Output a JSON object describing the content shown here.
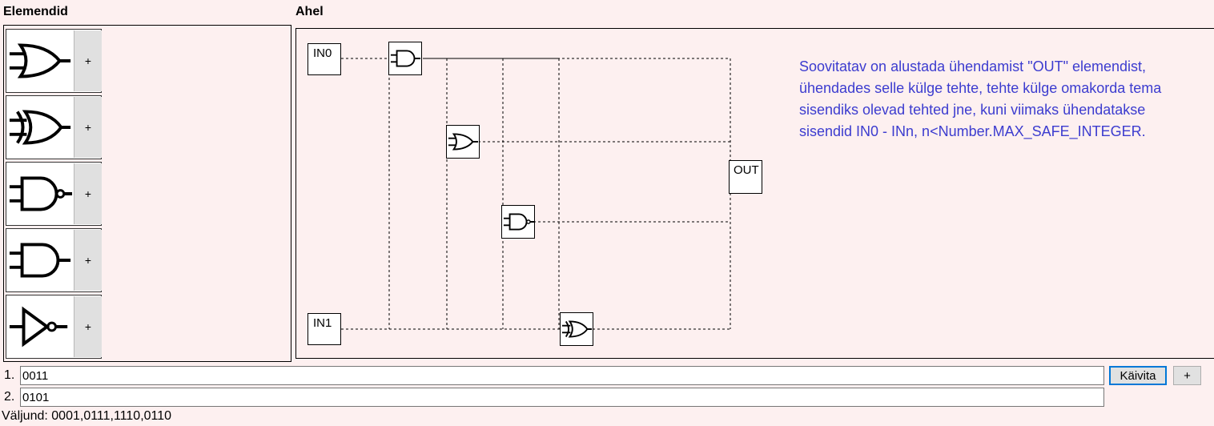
{
  "elements_panel": {
    "title": "Elemendid",
    "items": [
      {
        "gate": "or-gate-icon",
        "add_label": "+"
      },
      {
        "gate": "xor-gate-icon",
        "add_label": "+"
      },
      {
        "gate": "nand-gate-icon",
        "add_label": "+"
      },
      {
        "gate": "and-gate-icon",
        "add_label": "+"
      },
      {
        "gate": "not-gate-icon",
        "add_label": "+"
      }
    ]
  },
  "circuit_panel": {
    "title": "Ahel",
    "inputs": [
      "IN0",
      "IN1"
    ],
    "output": "OUT",
    "nodes": [
      "and-gate-icon",
      "or-gate-icon",
      "nand-gate-icon",
      "xor-gate-icon"
    ],
    "hint": "Soovitatav on alustada ühendamist \"OUT\" elemendist, ühendades selle külge tehte, tehte külge omakorda tema sisendiks olevad tehted jne, kuni viimaks ühendatakse sisendid IN0 - INn, n<Number.MAX_SAFE_INTEGER."
  },
  "inputs_rows": [
    {
      "index": "1.",
      "value": "0011"
    },
    {
      "index": "2.",
      "value": "0101"
    }
  ],
  "run_button": "Käivita",
  "add_row_button": "+",
  "output": {
    "label": "Väljund:",
    "value": "0001,0111,1110,0110"
  }
}
